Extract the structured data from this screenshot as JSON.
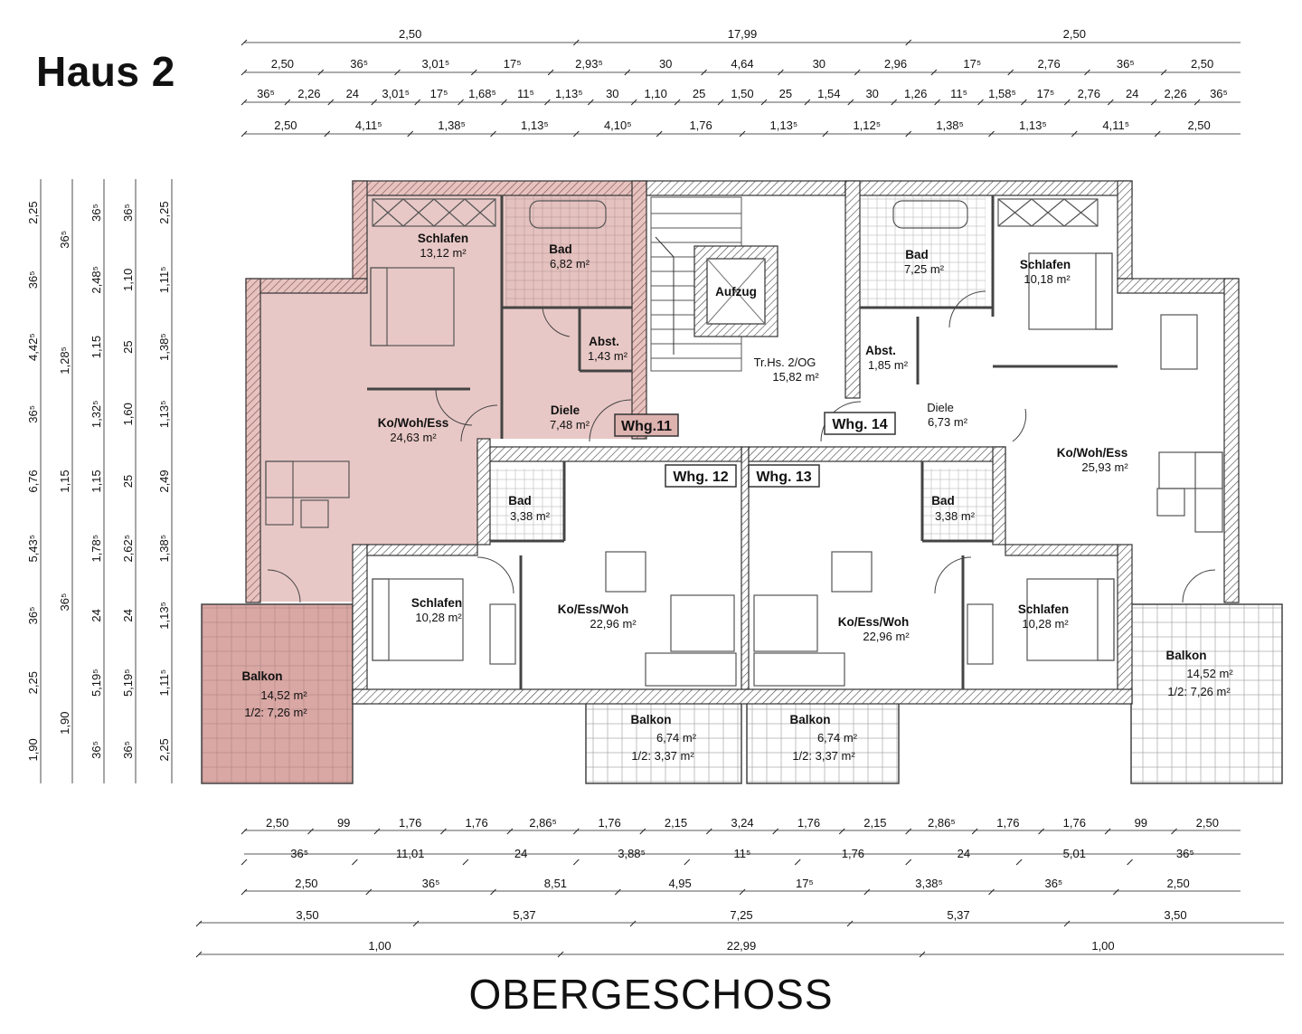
{
  "title": "Haus 2",
  "floor": "OBERGESCHOSS",
  "rooms": [
    {
      "key": "w11-schlafen",
      "name": "Schlafen",
      "area": "13,12 m²"
    },
    {
      "key": "w11-bad",
      "name": "Bad",
      "area": "6,82 m²"
    },
    {
      "key": "w11-abst",
      "name": "Abst.",
      "area": "1,43 m²"
    },
    {
      "key": "w11-diele",
      "name": "Diele",
      "area": "7,48 m²"
    },
    {
      "key": "w11-kowohess",
      "name": "Ko/Woh/Ess",
      "area": "24,63 m²"
    },
    {
      "key": "w11-balkon",
      "name": "Balkon",
      "area": "14,52 m²",
      "half": "1/2: 7,26 m²"
    },
    {
      "key": "aufzug",
      "name": "Aufzug",
      "area": ""
    },
    {
      "key": "treppenhaus",
      "name": "Tr.Hs. 2/OG",
      "area": "15,82 m²"
    },
    {
      "key": "w14-bad",
      "name": "Bad",
      "area": "7,25 m²"
    },
    {
      "key": "w14-schlafen",
      "name": "Schlafen",
      "area": "10,18 m²"
    },
    {
      "key": "w14-abst",
      "name": "Abst.",
      "area": "1,85 m²"
    },
    {
      "key": "w14-diele",
      "name": "Diele",
      "area": "6,73 m²"
    },
    {
      "key": "w14-kowohess",
      "name": "Ko/Woh/Ess",
      "area": "25,93 m²"
    },
    {
      "key": "w14-balkon",
      "name": "Balkon",
      "area": "14,52 m²",
      "half": "1/2: 7,26 m²"
    },
    {
      "key": "w12-bad",
      "name": "Bad",
      "area": "3,38 m²"
    },
    {
      "key": "w12-schlafen",
      "name": "Schlafen",
      "area": "10,28 m²"
    },
    {
      "key": "w12-koesswoh",
      "name": "Ko/Ess/Woh",
      "area": "22,96 m²"
    },
    {
      "key": "w12-balkon",
      "name": "Balkon",
      "area": "6,74 m²",
      "half": "1/2: 3,37 m²"
    },
    {
      "key": "w13-bad",
      "name": "Bad",
      "area": "3,38 m²"
    },
    {
      "key": "w13-schlafen",
      "name": "Schlafen",
      "area": "10,28 m²"
    },
    {
      "key": "w13-koesswoh",
      "name": "Ko/Ess/Woh",
      "area": "22,96 m²"
    },
    {
      "key": "w13-balkon",
      "name": "Balkon",
      "area": "6,74 m²",
      "half": "1/2: 3,37 m²"
    }
  ],
  "apartments": [
    {
      "key": "whg11",
      "label": "Whg.11"
    },
    {
      "key": "whg12",
      "label": "Whg. 12"
    },
    {
      "key": "whg13",
      "label": "Whg. 13"
    },
    {
      "key": "whg14",
      "label": "Whg. 14"
    }
  ],
  "dimensions": {
    "top": [
      [
        "2,50",
        "17,99",
        "2,50"
      ],
      [
        "2,50",
        "36⁵",
        "3,01⁵",
        "17⁵",
        "2,93⁵",
        "30",
        "4,64",
        "30",
        "2,96",
        "17⁵",
        "2,76",
        "36⁵",
        "2,50"
      ],
      [
        "36⁵",
        "2,26",
        "24",
        "3,01⁵",
        "17⁵",
        "1,68⁵",
        "11⁵",
        "1,13⁵",
        "30",
        "1,10",
        "25",
        "1,50",
        "25",
        "1,54",
        "30",
        "1,26",
        "11⁵",
        "1,58⁵",
        "17⁵",
        "2,76",
        "24",
        "2,26",
        "36⁵"
      ],
      [
        "2,50",
        "4,11⁵",
        "1,38⁵",
        "1,13⁵",
        "4,10⁵",
        "1,76",
        "1,13⁵",
        "1,12⁵",
        "1,38⁵",
        "1,13⁵",
        "4,11⁵",
        "2,50"
      ]
    ],
    "bottom": [
      [
        "2,50",
        "99",
        "1,76",
        "1,76",
        "2,86⁵",
        "1,76",
        "2,15",
        "3,24",
        "1,76",
        "2,15",
        "2,86⁵",
        "1,76",
        "1,76",
        "99",
        "2,50"
      ],
      [
        "36⁵",
        "11,01",
        "24",
        "3,88⁵",
        "11⁵",
        "1,76",
        "24",
        "5,01",
        "36⁵"
      ],
      [
        "2,50",
        "36⁵",
        "8,51",
        "4,95",
        "17⁵",
        "3,38⁵",
        "36⁵",
        "2,50"
      ],
      [
        "3,50",
        "5,37",
        "7,25",
        "5,37",
        "3,50"
      ],
      [
        "1,00",
        "22,99",
        "1,00"
      ]
    ],
    "left": [
      [
        "2,25",
        "36⁵",
        "4,42⁵",
        "36⁵",
        "6,76",
        "5,43⁵",
        "36⁵",
        "2,25",
        "1,90"
      ],
      [
        "36⁵",
        "1,28⁵",
        "1,15",
        "36⁵",
        "1,90"
      ],
      [
        "36⁵",
        "2,48⁵",
        "1,15",
        "1,32⁵",
        "1,15",
        "1,78⁵",
        "24",
        "5,19⁵",
        "36⁵"
      ],
      [
        "36⁵",
        "1,10",
        "25",
        "1,60",
        "25",
        "2,62⁵",
        "24",
        "5,19⁵",
        "36⁵"
      ],
      [
        "2,25",
        "1,11⁵",
        "1,38⁵",
        "1,13⁵",
        "2,49",
        "1,38⁵",
        "1,13⁵",
        "1,11⁵",
        "2,25"
      ]
    ]
  }
}
